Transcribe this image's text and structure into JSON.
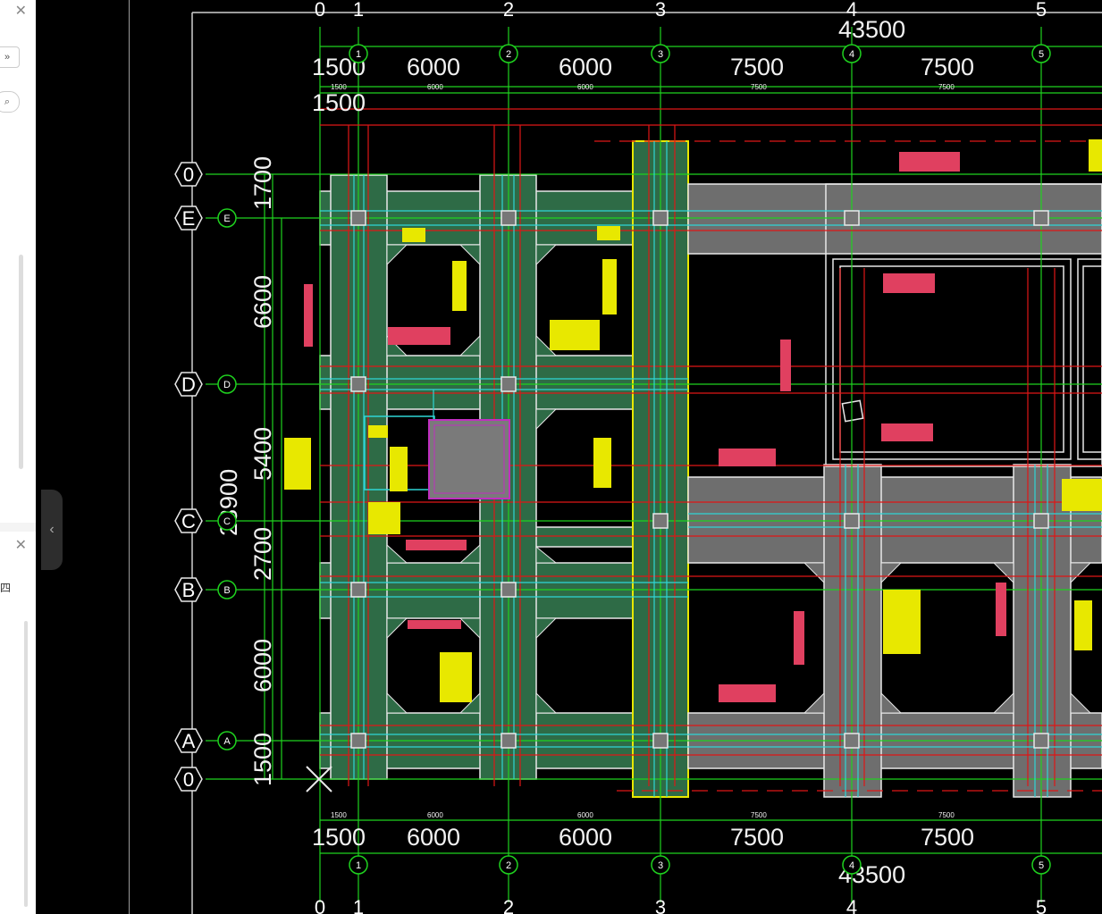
{
  "ui": {
    "close_glyph": "✕",
    "collapse_glyph": "‹",
    "expand_glyph": "»",
    "search_glyph": "⌕",
    "bottom_label": "四"
  },
  "drawing": {
    "top_total": "43500",
    "bottom_total": "43500",
    "left_total": "23900",
    "col_bubbles": [
      "0",
      "1",
      "2",
      "3",
      "4",
      "5"
    ],
    "row_bubbles": [
      "0",
      "E",
      "D",
      "C",
      "B",
      "A",
      "0"
    ],
    "top_dims": [
      "1500",
      "6000",
      "6000",
      "7500",
      "7500"
    ],
    "top_dim_extra": "1500",
    "bottom_dims": [
      "1500",
      "6000",
      "6000",
      "7500",
      "7500"
    ],
    "left_dims": [
      "1700",
      "6600",
      "5400",
      "2700",
      "6000",
      "1500"
    ],
    "small_dims": [
      "1500",
      "6000",
      "6000",
      "7500",
      "7500"
    ]
  },
  "colors": {
    "green_slab": "#2e6b46",
    "grey_slab": "#6e6e6e",
    "grid_green": "#1fd21f",
    "red_line": "#e01616",
    "cyan_line": "#2fd6d6",
    "yellow_line": "#e8e800",
    "magenta_line": "#c02fc0"
  }
}
